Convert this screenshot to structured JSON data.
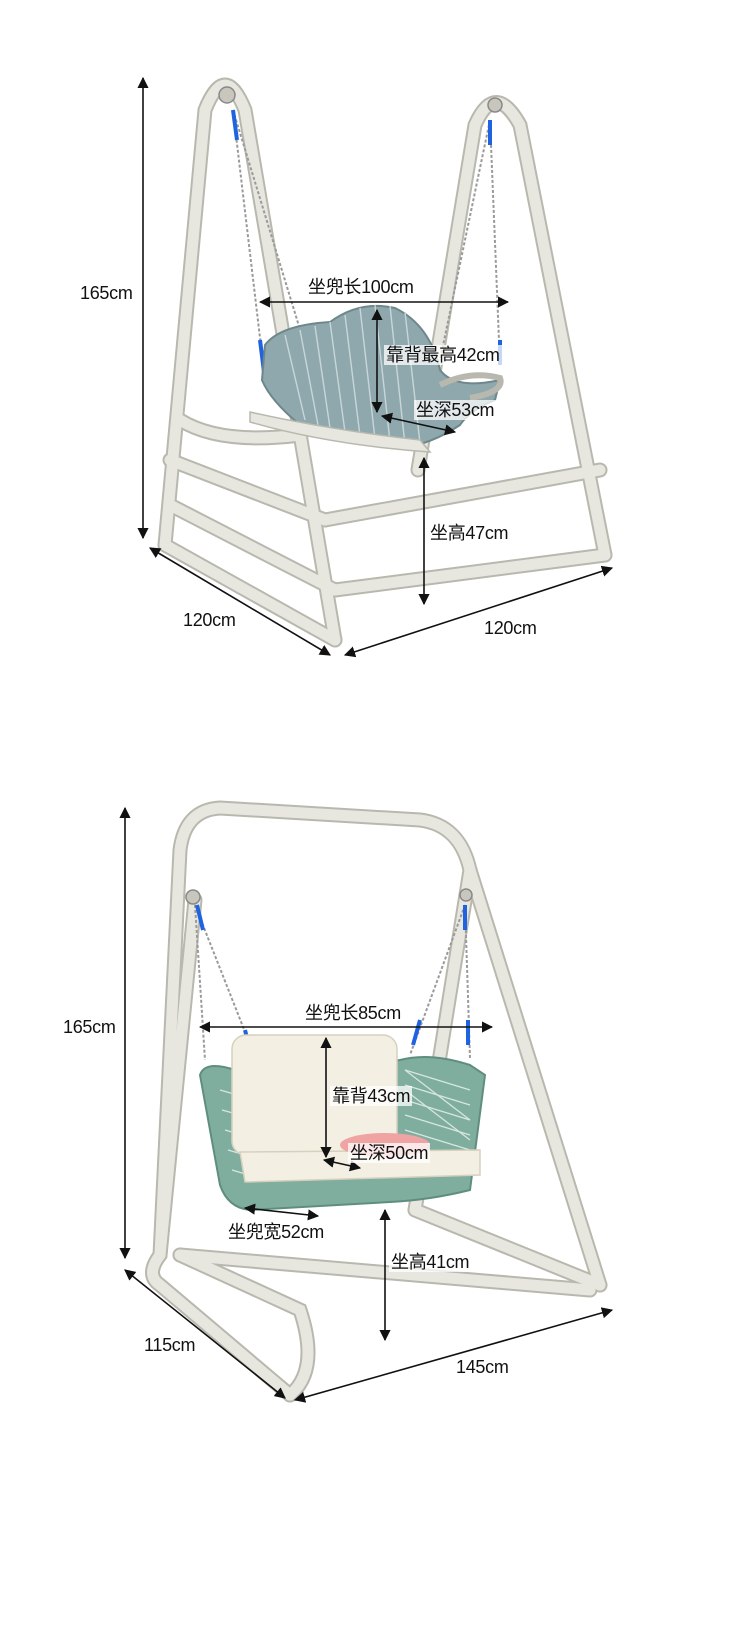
{
  "colors": {
    "frame": "#e8e7df",
    "frame_edge": "#b9b8ae",
    "rope_seat_1": "#8ea8ad",
    "rope_seat_2": "#7fae9f",
    "cushion": "#f3efe3",
    "accent_blue": "#1f63e0",
    "dimension_line": "#111111"
  },
  "top_swing": {
    "dimensions": {
      "height": "165cm",
      "seat_length": "坐兜长100cm",
      "back_height_max": "靠背最高42cm",
      "seat_depth": "坐深53cm",
      "seat_height": "坐高47cm",
      "base_depth": "120cm",
      "base_width": "120cm"
    }
  },
  "bottom_swing": {
    "dimensions": {
      "height": "165cm",
      "seat_length": "坐兜长85cm",
      "back_height": "靠背43cm",
      "seat_depth": "坐深50cm",
      "seat_width": "坐兜宽52cm",
      "seat_height": "坐高41cm",
      "base_depth": "115cm",
      "base_width": "145cm"
    }
  }
}
